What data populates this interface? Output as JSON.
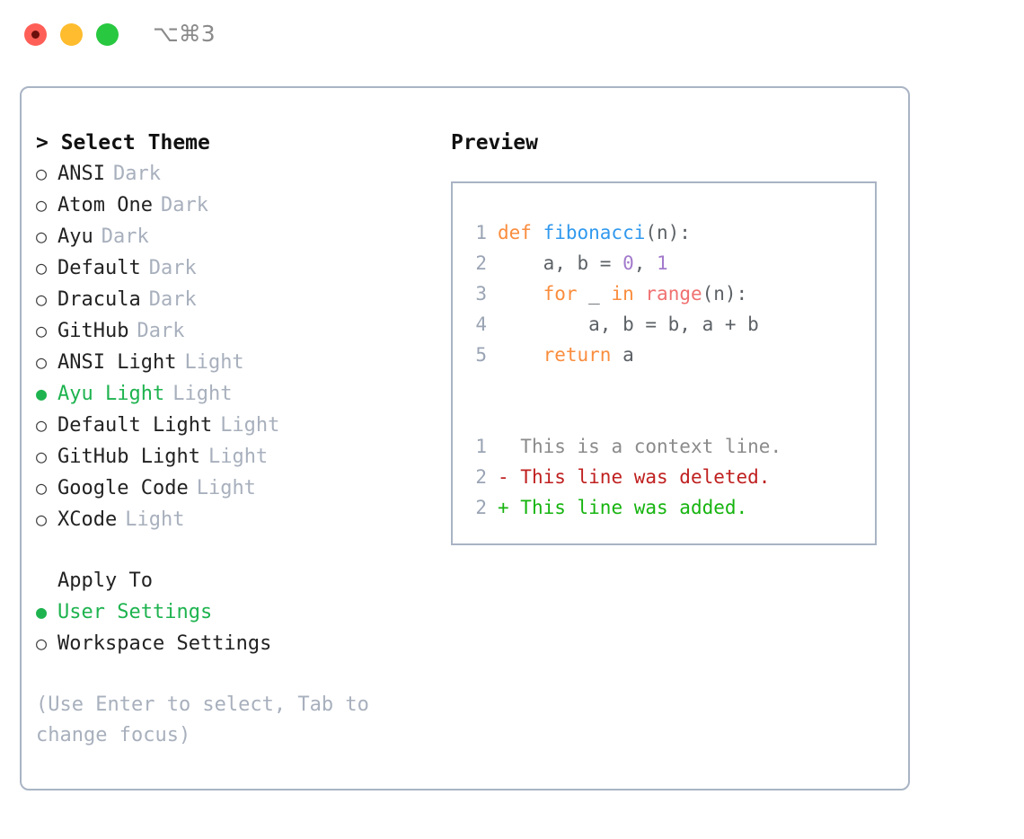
{
  "titlebar": {
    "shortcut": "⌥⌘3",
    "lights": [
      {
        "name": "close",
        "color": "#ff5f57"
      },
      {
        "name": "minimize",
        "color": "#febc2e"
      },
      {
        "name": "maximize",
        "color": "#28c840"
      }
    ]
  },
  "theme_picker": {
    "header": "> Select Theme",
    "selected_bullet": "●",
    "unselected_bullet": "○",
    "accent_color": "#1eb34f",
    "tag_color": "#a8b0bd",
    "options": [
      {
        "label": "ANSI",
        "tag": "Dark",
        "selected": false
      },
      {
        "label": "Atom One",
        "tag": "Dark",
        "selected": false
      },
      {
        "label": "Ayu",
        "tag": "Dark",
        "selected": false
      },
      {
        "label": "Default",
        "tag": "Dark",
        "selected": false
      },
      {
        "label": "Dracula",
        "tag": "Dark",
        "selected": false
      },
      {
        "label": "GitHub",
        "tag": "Dark",
        "selected": false
      },
      {
        "label": "ANSI Light",
        "tag": "Light",
        "selected": false
      },
      {
        "label": "Ayu Light",
        "tag": "Light",
        "selected": true
      },
      {
        "label": "Default Light",
        "tag": "Light",
        "selected": false
      },
      {
        "label": "GitHub Light",
        "tag": "Light",
        "selected": false
      },
      {
        "label": "Google Code",
        "tag": "Light",
        "selected": false
      },
      {
        "label": "XCode",
        "tag": "Light",
        "selected": false
      }
    ]
  },
  "apply_to": {
    "header": "Apply To",
    "options": [
      {
        "label": "User Settings",
        "selected": true
      },
      {
        "label": "Workspace Settings",
        "selected": false
      }
    ]
  },
  "hint": "(Use Enter to select, Tab to change focus)",
  "preview": {
    "title": "Preview",
    "code_lines": [
      {
        "lno": "1",
        "tokens": [
          {
            "text": "def ",
            "kind": "kw"
          },
          {
            "text": "fibonacci",
            "kind": "fn"
          },
          {
            "text": "(n):",
            "kind": "plain"
          }
        ]
      },
      {
        "lno": "2",
        "tokens": [
          {
            "text": "    a, b = ",
            "kind": "plain"
          },
          {
            "text": "0",
            "kind": "num"
          },
          {
            "text": ", ",
            "kind": "plain"
          },
          {
            "text": "1",
            "kind": "num"
          }
        ]
      },
      {
        "lno": "3",
        "tokens": [
          {
            "text": "    ",
            "kind": "plain"
          },
          {
            "text": "for",
            "kind": "kw"
          },
          {
            "text": " _ ",
            "kind": "plain"
          },
          {
            "text": "in",
            "kind": "kw"
          },
          {
            "text": " ",
            "kind": "plain"
          },
          {
            "text": "range",
            "kind": "call"
          },
          {
            "text": "(n):",
            "kind": "plain"
          }
        ]
      },
      {
        "lno": "4",
        "tokens": [
          {
            "text": "        a, b = b, a + b",
            "kind": "plain"
          }
        ]
      },
      {
        "lno": "5",
        "tokens": [
          {
            "text": "    ",
            "kind": "plain"
          },
          {
            "text": "return",
            "kind": "kw"
          },
          {
            "text": " a",
            "kind": "plain"
          }
        ]
      }
    ],
    "diff_lines": [
      {
        "lno": "1",
        "marker": "  ",
        "text": "This is a context line.",
        "kind": "ctx"
      },
      {
        "lno": "2",
        "marker": "- ",
        "text": "This line was deleted.",
        "kind": "del"
      },
      {
        "lno": "2",
        "marker": "+ ",
        "text": "This line was added.",
        "kind": "add"
      }
    ]
  }
}
